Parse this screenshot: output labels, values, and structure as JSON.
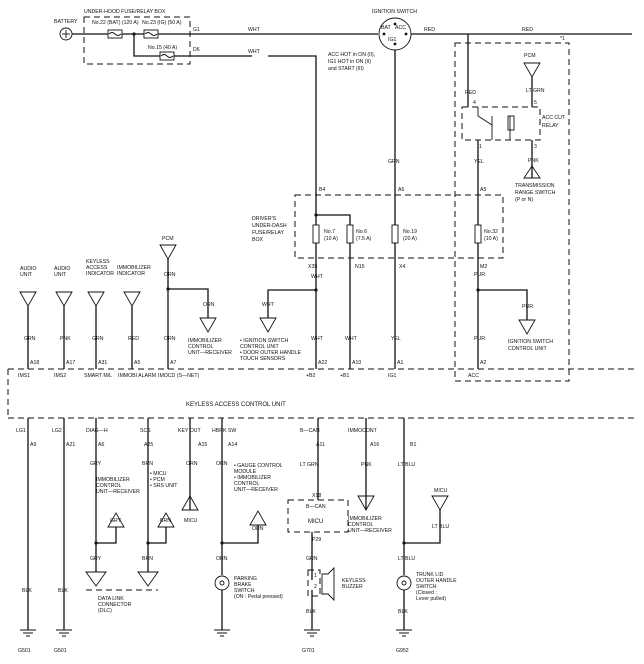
{
  "battery": "BATTERY",
  "fuse_box": {
    "title": "UNDER-HOOD FUSE/RELAY BOX",
    "f22": "No.22 (BAT) (120 A)",
    "f23": "No.23 (IG) (50 A)",
    "f15": "No.15 (40 A)",
    "pin_g1": "G1",
    "pin_d6": "D6"
  },
  "ignition_switch": {
    "title": "IGNITION SWITCH",
    "bat": "BAT",
    "acc": "ACC",
    "ig1": "IG1",
    "note1": "ACC HOT in ON (II),",
    "note2": "IG1 HOT in ON (II)",
    "note3": "and START (III)"
  },
  "wires": {
    "wht": "WHT",
    "red": "RED",
    "grn": "GRN",
    "yel": "YEL",
    "pnk": "PNK",
    "ltgrn": "LT GRN",
    "orn": "ORN",
    "pur": "PUR",
    "blk": "BLK",
    "gry": "GRY",
    "brn": "BRN",
    "ltblu": "LT BLU"
  },
  "star1": "*1",
  "pcm": "PCM",
  "acc_cut_relay": {
    "l1": "ACC CUT",
    "l2": "RELAY",
    "p4": "4",
    "p5": "5",
    "p1": "1",
    "p3": "3"
  },
  "trans_switch": {
    "l1": "TRANSMISSION",
    "l2": "RANGE SWITCH",
    "l3": "(P or N)"
  },
  "dash_box": {
    "l1": "DRIVER'S",
    "l2": "UNDER-DASH",
    "l3": "FUSE/RELAY",
    "l4": "BOX",
    "b4": "B4",
    "a6": "A6",
    "a5": "A5",
    "f7a": "No.7",
    "f7b": "(10 A)",
    "f6a": "No.6",
    "f6b": "(7.5 A)",
    "f19a": "No.19",
    "f19b": "(20 A)",
    "f32a": "No.32",
    "f32b": "(10 A)",
    "x35": "X35",
    "n15": "N15",
    "x4": "X4",
    "m2": "M2"
  },
  "top_components": {
    "audio1": [
      "AUDIO",
      "UNIT"
    ],
    "audio2": [
      "AUDIO",
      "UNIT"
    ],
    "keyless": [
      "KEYLESS",
      "ACCESS",
      "INDICATOR"
    ],
    "immob_ind": [
      "IMMOBILIZER",
      "INDICATOR"
    ],
    "pcm": "PCM",
    "immob_recv": [
      "IMMOBILIZER",
      "CONTROL",
      "UNIT—RECEIVER"
    ],
    "ign_list": [
      "• IGNITION SWITCH",
      "  CONTROL UNIT",
      "• DOOR OUTER HANDLE",
      "  TOUCH SENSORS"
    ],
    "ign_ctrl": [
      "IGNITION SWITCH",
      "CONTROL UNIT"
    ]
  },
  "unit": {
    "title": "KEYLESS ACCESS CONTROL UNIT",
    "top_pins": [
      "A18",
      "A17",
      "A31",
      "A5",
      "A7",
      "A22",
      "A10",
      "A1",
      "A2"
    ],
    "top_sigs": [
      "IMS1",
      "IMS2",
      "SMART M/L",
      "IMMOBI ALARM",
      "IMOCD (S—NET)",
      "+B2",
      "+B1",
      "IG1",
      "ACC"
    ],
    "bot_sigs": [
      "LG1",
      "LG2",
      "DIAG—H",
      "SCS",
      "KEY OUT",
      "HBRK SW",
      "B—CAN",
      "IMMOCONT"
    ],
    "bot_pins": [
      "A9",
      "A21",
      "A6",
      "A25",
      "A15",
      "A14",
      "A11",
      "A16",
      "B1"
    ]
  },
  "bottom_components": {
    "immob_recv": [
      "IMMOBILIZER",
      "CONTROL",
      "UNIT—RECEIVER"
    ],
    "mcu_list": [
      "• MICU",
      "• PCM",
      "• SRS UNIT"
    ],
    "gauge": [
      "• GAUGE CONTROL",
      "  MODULE",
      "• IMMOBILIZER",
      "  CONTROL",
      "  UNIT—RECEIVER"
    ],
    "micu_top": "MICU",
    "bcan": "B—CAN",
    "x18": "X18",
    "micu_box": "MICU",
    "p29": "P29",
    "immob_recv2": [
      "IMMOBILIZER",
      "CONTROL",
      "UNIT—RECEIVER"
    ],
    "micu_right": "MICU",
    "dlc": [
      "DATA LINK",
      "CONNECTOR",
      "(DLC)"
    ],
    "parking": [
      "PARKING",
      "BRAKE",
      "SWITCH",
      "(ON : Pedal pressed)"
    ],
    "buzzer": [
      "KEYLESS",
      "BUZZER"
    ],
    "trunk": [
      "TRUNK LID",
      "OUTER HANDLE",
      "SWITCH",
      "(Closed :",
      "Lever pulled)"
    ],
    "buzz_p1": "1",
    "buzz_p2": "2"
  },
  "grounds": [
    "G501",
    "G501",
    "G701",
    "G952"
  ]
}
